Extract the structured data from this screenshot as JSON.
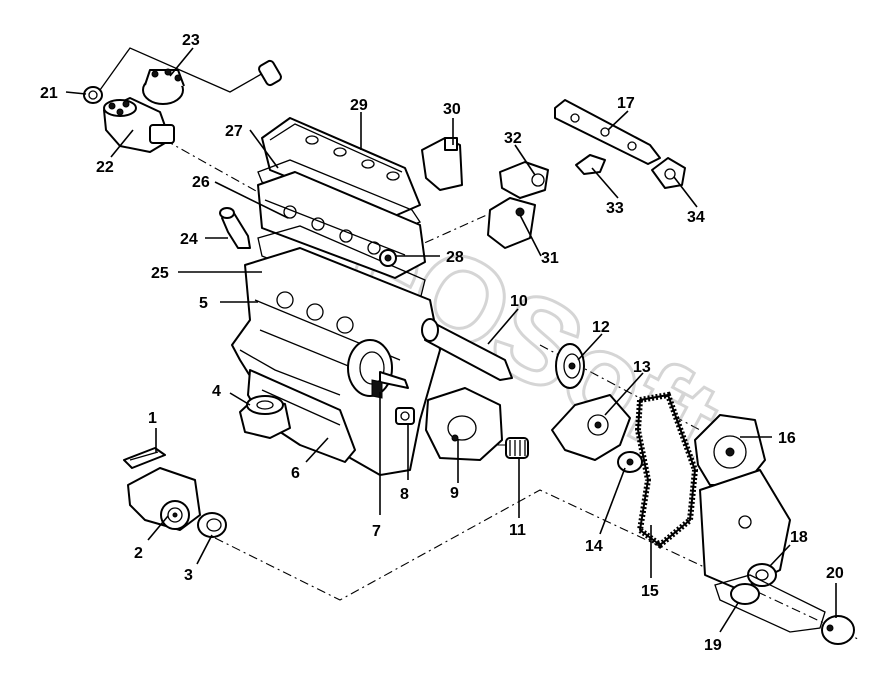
{
  "diagram": {
    "callouts": [
      {
        "id": "1",
        "label": "1"
      },
      {
        "id": "2",
        "label": "2"
      },
      {
        "id": "3",
        "label": "3"
      },
      {
        "id": "4",
        "label": "4"
      },
      {
        "id": "5",
        "label": "5"
      },
      {
        "id": "6",
        "label": "6"
      },
      {
        "id": "7",
        "label": "7"
      },
      {
        "id": "8",
        "label": "8"
      },
      {
        "id": "9",
        "label": "9"
      },
      {
        "id": "10",
        "label": "10"
      },
      {
        "id": "11",
        "label": "11"
      },
      {
        "id": "12",
        "label": "12"
      },
      {
        "id": "13",
        "label": "13"
      },
      {
        "id": "14",
        "label": "14"
      },
      {
        "id": "15",
        "label": "15"
      },
      {
        "id": "16",
        "label": "16"
      },
      {
        "id": "17",
        "label": "17"
      },
      {
        "id": "18",
        "label": "18"
      },
      {
        "id": "19",
        "label": "19"
      },
      {
        "id": "20",
        "label": "20"
      },
      {
        "id": "21",
        "label": "21"
      },
      {
        "id": "22",
        "label": "22"
      },
      {
        "id": "23",
        "label": "23"
      },
      {
        "id": "24",
        "label": "24"
      },
      {
        "id": "25",
        "label": "25"
      },
      {
        "id": "26",
        "label": "26"
      },
      {
        "id": "27",
        "label": "27"
      },
      {
        "id": "28",
        "label": "28"
      },
      {
        "id": "29",
        "label": "29"
      },
      {
        "id": "30",
        "label": "30"
      },
      {
        "id": "31",
        "label": "31"
      },
      {
        "id": "32",
        "label": "32"
      },
      {
        "id": "33",
        "label": "33"
      },
      {
        "id": "34",
        "label": "34"
      }
    ],
    "watermark": "eOSoft"
  }
}
